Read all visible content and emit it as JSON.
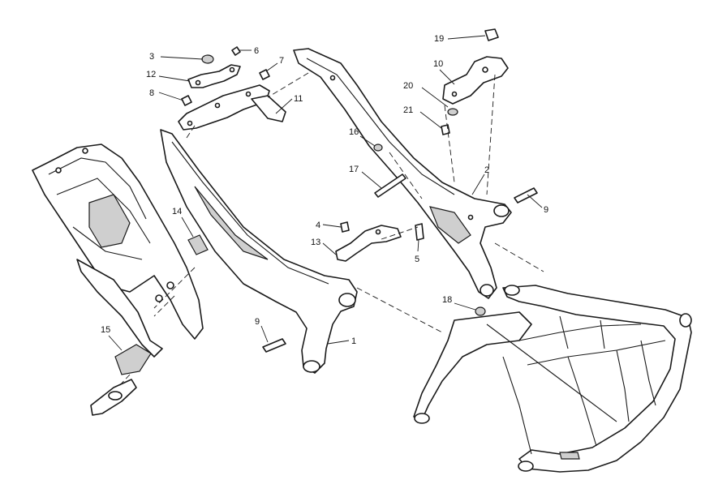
{
  "callouts": [
    "1",
    "2",
    "3",
    "4",
    "5",
    "6",
    "7",
    "8",
    "9",
    "9",
    "10",
    "11",
    "12",
    "13",
    "14",
    "15",
    "16",
    "17",
    "18",
    "19",
    "20",
    "21"
  ],
  "colors": {
    "line": "#1a1a1a",
    "shade": "#cfcfcf",
    "background": "#ffffff"
  }
}
